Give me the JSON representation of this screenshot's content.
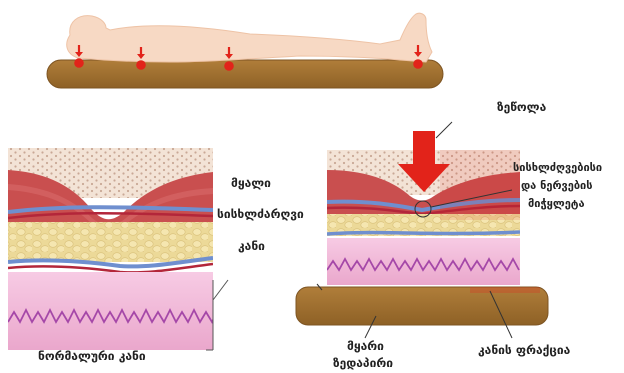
{
  "labels": {
    "pressure": "ზეწოლა",
    "bone_line1": "მყალი",
    "bone_line2": "სისხლძარღვი",
    "bone_line3": "კანი",
    "vessels_line1": "სისხლძღვებისი",
    "vessels_line2": "და ნერვების",
    "vessels_line3": "მიჭყლეტა",
    "surface_line1": "მყარი",
    "surface_line2": "ზედაპირი",
    "friction": "კანის ფრაქცია",
    "normal_skin": "ნორმალური კანი"
  },
  "colors": {
    "mattress": "#a0702e",
    "mattress_edge": "#7d5422",
    "body": "#f7d9c4",
    "pressure_red": "#e2231a",
    "bone": "#f3e3d6",
    "bone_dots": "#c9a896",
    "muscle": "#c94f4f",
    "fat": "#e8d79a",
    "vessel_blue": "#6f8fcf",
    "vessel_red": "#b3263a",
    "skin_pink": "#f0b6d6",
    "dermis_purple": "#a548a8"
  }
}
